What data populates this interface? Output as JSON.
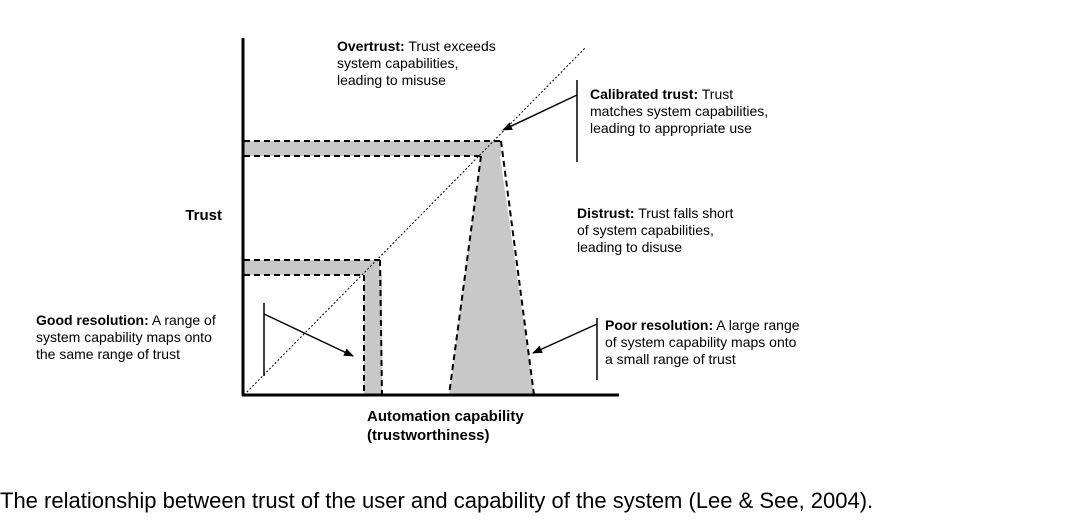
{
  "axes": {
    "y_label": "Trust",
    "x_label_line1": "Automation capability",
    "x_label_line2": "(trustworthiness)"
  },
  "annotations": {
    "overtrust": {
      "title": "Overtrust:",
      "line1": " Trust exceeds",
      "line2": "system capabilities,",
      "line3": "leading to misuse"
    },
    "calibrated": {
      "title": "Calibrated trust:",
      "line1": " Trust",
      "line2": "matches system capabilities,",
      "line3": "leading to appropriate use"
    },
    "distrust": {
      "title": "Distrust:",
      "line1": " Trust falls short",
      "line2": "of system capabilities,",
      "line3": "leading to disuse"
    },
    "good_resolution": {
      "title": "Good resolution:",
      "line1": " A range of",
      "line2": "system capability maps onto",
      "line3": "the same range of trust"
    },
    "poor_resolution": {
      "title": "Poor resolution:",
      "line1": " A large range",
      "line2": "of system capability maps onto",
      "line3": "a small range of trust"
    }
  },
  "caption": "The relationship between trust of the user and capability of the system (Lee & See, 2004).",
  "colors": {
    "shade": "#c8c8c8",
    "ink": "#000000"
  }
}
